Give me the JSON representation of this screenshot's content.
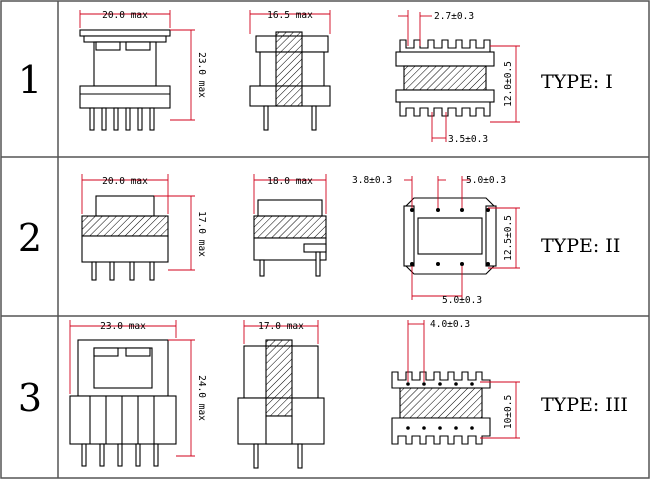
{
  "rows": [
    {
      "number": "1",
      "type": "TYPE: I",
      "dims": {
        "width": "20.0 max",
        "height": "23.0 max",
        "side_width": "16.5 max",
        "top_pitch": "2.7±0.3",
        "body_h": "12.0±0.5",
        "bottom_pitch": "3.5±0.3"
      }
    },
    {
      "number": "2",
      "type": "TYPE: II",
      "dims": {
        "width": "20.0 max",
        "height": "17.0 max",
        "side_width": "18.0 max",
        "pitch_a": "3.8±0.3",
        "pitch_b": "5.0±0.3",
        "body_h": "12.5±0.5",
        "bottom_pitch": "5.0±0.3"
      }
    },
    {
      "number": "3",
      "type": "TYPE: III",
      "dims": {
        "width": "23.0 max",
        "height": "24.0 max",
        "side_width": "17.0 max",
        "top_pitch": "4.0±0.3",
        "body_h": "10±0.5"
      }
    }
  ],
  "colors": {
    "dimension": "#d0021b",
    "outline": "#000000",
    "border": "#555555"
  }
}
